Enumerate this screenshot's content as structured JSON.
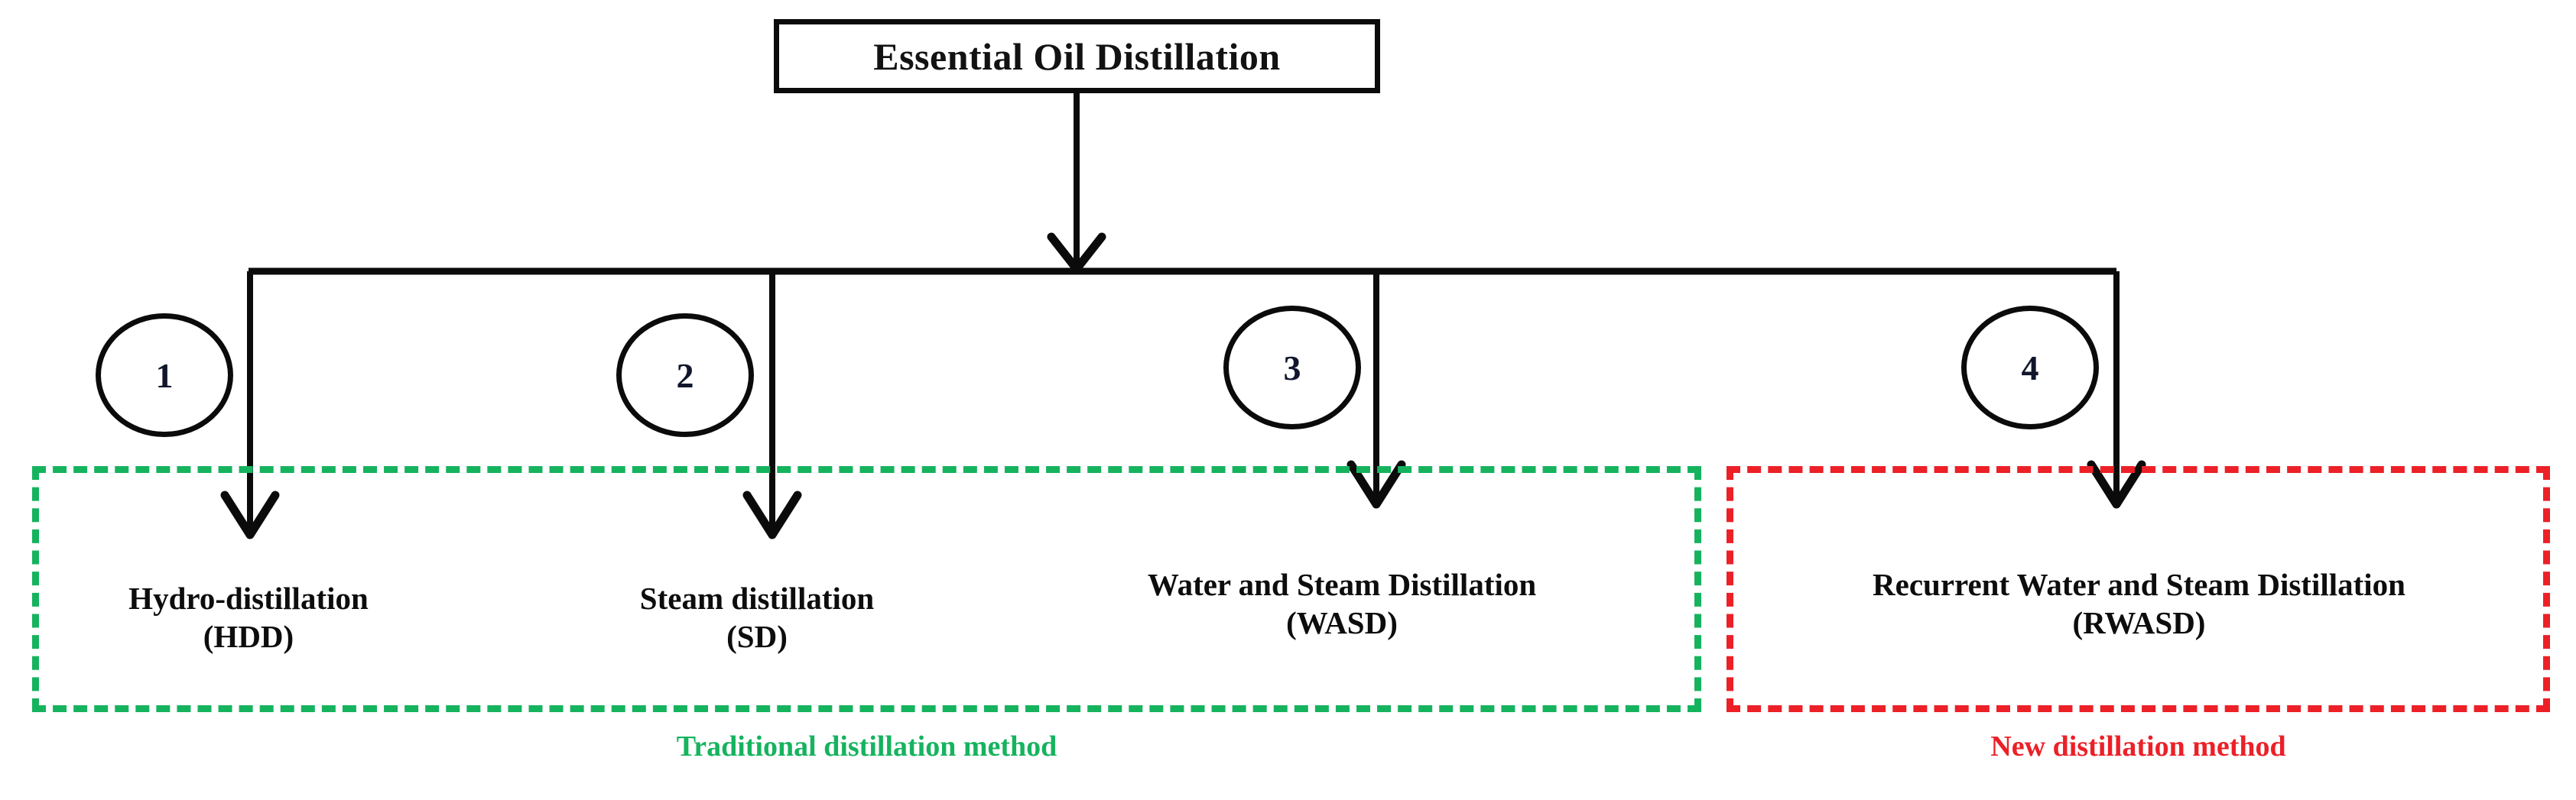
{
  "diagram": {
    "title": "Essential Oil Distillation",
    "root": {
      "label": "Essential Oil Distillation"
    },
    "branches": [
      {
        "number": "1",
        "line1": "Hydro-distillation",
        "line2": "(HDD)",
        "group": "traditional"
      },
      {
        "number": "2",
        "line1": "Steam distillation",
        "line2": "(SD)",
        "group": "traditional"
      },
      {
        "number": "3",
        "line1": "Water and Steam Distillation",
        "line2": "(WASD)",
        "group": "traditional"
      },
      {
        "number": "4",
        "line1": "Recurrent Water and Steam Distillation",
        "line2": "(RWASD)",
        "group": "new"
      }
    ],
    "groups": [
      {
        "id": "traditional",
        "caption": "Traditional distillation method",
        "color": "#16b35e",
        "border_style": "dashed"
      },
      {
        "id": "new",
        "caption": "New distillation method",
        "color": "#ec2027",
        "border_style": "dashed"
      }
    ],
    "colors": {
      "line": "#0b0b0b",
      "text": "#0d0d0d",
      "green": "#16b35e",
      "red": "#ec2027",
      "background": "#ffffff"
    }
  }
}
